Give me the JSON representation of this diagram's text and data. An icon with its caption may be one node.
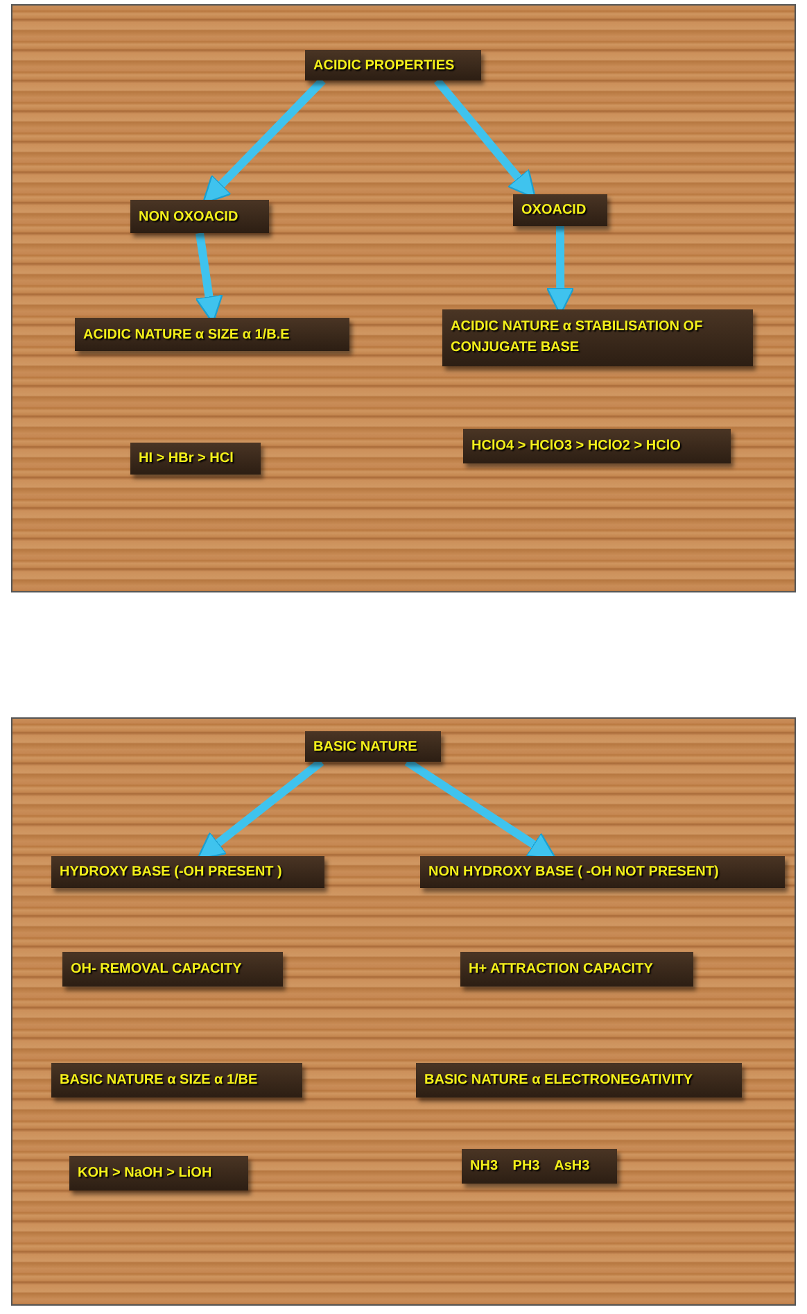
{
  "diagram": {
    "nodes": [
      {
        "text": [
          "ACIDIC PROPERTIES"
        ]
      },
      {
        "text": [
          "NON OXOACID"
        ]
      },
      {
        "text": [
          "OXOACID"
        ]
      },
      {
        "text": [
          "ACIDIC NATURE α SIZE α 1/B.E"
        ]
      },
      {
        "text": [
          "ACIDIC NATURE α STABILISATION OF CONJUGATE BASE"
        ]
      },
      {
        "text": [
          "HI > HBr > HCl"
        ]
      },
      {
        "text": [
          "HClO4 > HClO3 > HClO2 > HClO"
        ]
      },
      {
        "text": [
          "BASIC NATURE"
        ]
      },
      {
        "text": [
          "HYDROXY BASE (-OH PRESENT )"
        ]
      },
      {
        "text": [
          "NON HYDROXY BASE ( -OH NOT PRESENT)"
        ]
      },
      {
        "text": [
          "OH- REMOVAL CAPACITY"
        ]
      },
      {
        "text": [
          "H+ ATTRACTION CAPACITY"
        ]
      },
      {
        "text": [
          "BASIC NATURE α SIZE α 1/BE"
        ]
      },
      {
        "text": [
          "BASIC NATURE α ELECTRONEGATIVITY"
        ]
      },
      {
        "text": [
          "KOH > NaOH > LiOH"
        ]
      },
      {
        "text": [
          "NH3 PH3 AsH3"
        ]
      }
    ],
    "edges": [
      {
        "from": 0,
        "to": 1,
        "arrow": "to"
      },
      {
        "from": 0,
        "to": 2,
        "arrow": "to"
      },
      {
        "from": 1,
        "to": 3,
        "arrow": "to"
      },
      {
        "from": 2,
        "to": 4,
        "arrow": "to"
      },
      {
        "from": 7,
        "to": 8,
        "arrow": "to"
      },
      {
        "from": 7,
        "to": 9,
        "arrow": "to"
      }
    ]
  }
}
